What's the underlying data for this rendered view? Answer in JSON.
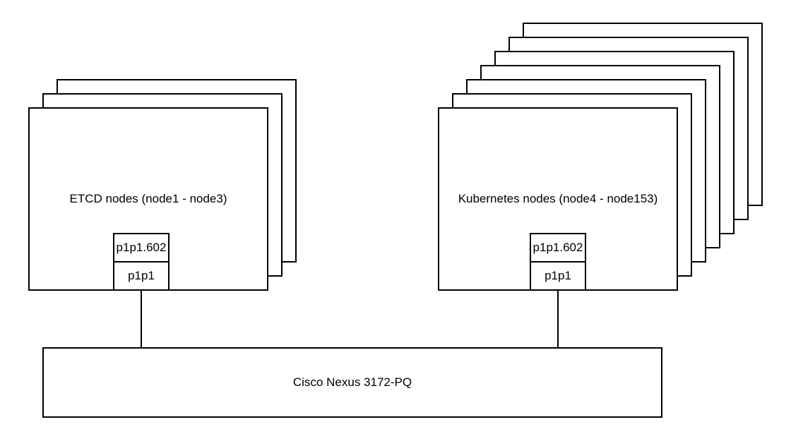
{
  "diagram": {
    "background_color": "#ffffff",
    "stroke_color": "#000000",
    "groups": [
      {
        "id": "etcd",
        "label": "ETCD nodes (node1 - node3)",
        "stack_count": 3,
        "ports": [
          {
            "id": "vlan",
            "label": "p1p1.602"
          },
          {
            "id": "phys",
            "label": "p1p1"
          }
        ]
      },
      {
        "id": "kubernetes",
        "label": "Kubernetes nodes (node4 - node153)",
        "stack_count": 7,
        "ports": [
          {
            "id": "vlan",
            "label": "p1p1.602"
          },
          {
            "id": "phys",
            "label": "p1p1"
          }
        ]
      }
    ],
    "switch": {
      "label": "Cisco Nexus 3172-PQ"
    },
    "links": [
      {
        "from": "etcd p1p1",
        "to": "switch"
      },
      {
        "from": "kubernetes p1p1",
        "to": "switch"
      }
    ]
  }
}
